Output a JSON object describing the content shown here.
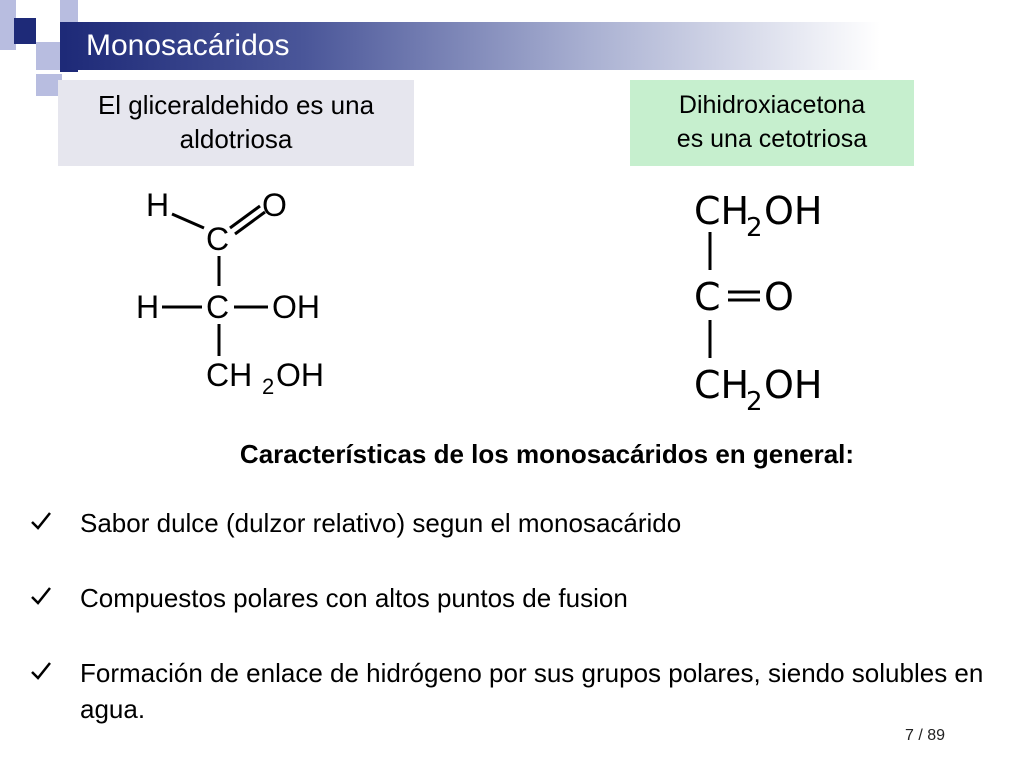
{
  "slide": {
    "title": "Monosacáridos",
    "aldose_box": {
      "line1": "El gliceraldehido es una",
      "line2": "aldotriosa"
    },
    "ketose_box": {
      "line1": "Dihidroxiacetona",
      "line2": "es una cetotriosa"
    },
    "glyceraldehyde": {
      "atoms": [
        "H",
        "O",
        "C",
        "H",
        "C",
        "OH",
        "CH",
        "2",
        "OH"
      ]
    },
    "dihydroxyacetone": {
      "atoms": [
        "CH",
        "2",
        "OH",
        "C",
        "O",
        "CH",
        "2",
        "OH"
      ]
    },
    "section_heading": "Características de los monosacáridos en general:",
    "bullets": [
      {
        "text": "Sabor dulce (dulzor relativo) segun el monosacárido"
      },
      {
        "text": "Compuestos polares con altos puntos de fusion"
      },
      {
        "text": "Formación de enlace de hidrógeno por sus grupos polares, siendo solubles en agua."
      }
    ],
    "bullet_icon": "check-mark-icon",
    "page_number": "7 / 89"
  },
  "colors": {
    "title_bar_dark": "#1e2a78",
    "aldose_box_bg": "#e6e6ee",
    "ketose_box_bg": "#c6efce",
    "square_dark": "#1e2a78",
    "square_light": "#b8bde0"
  }
}
